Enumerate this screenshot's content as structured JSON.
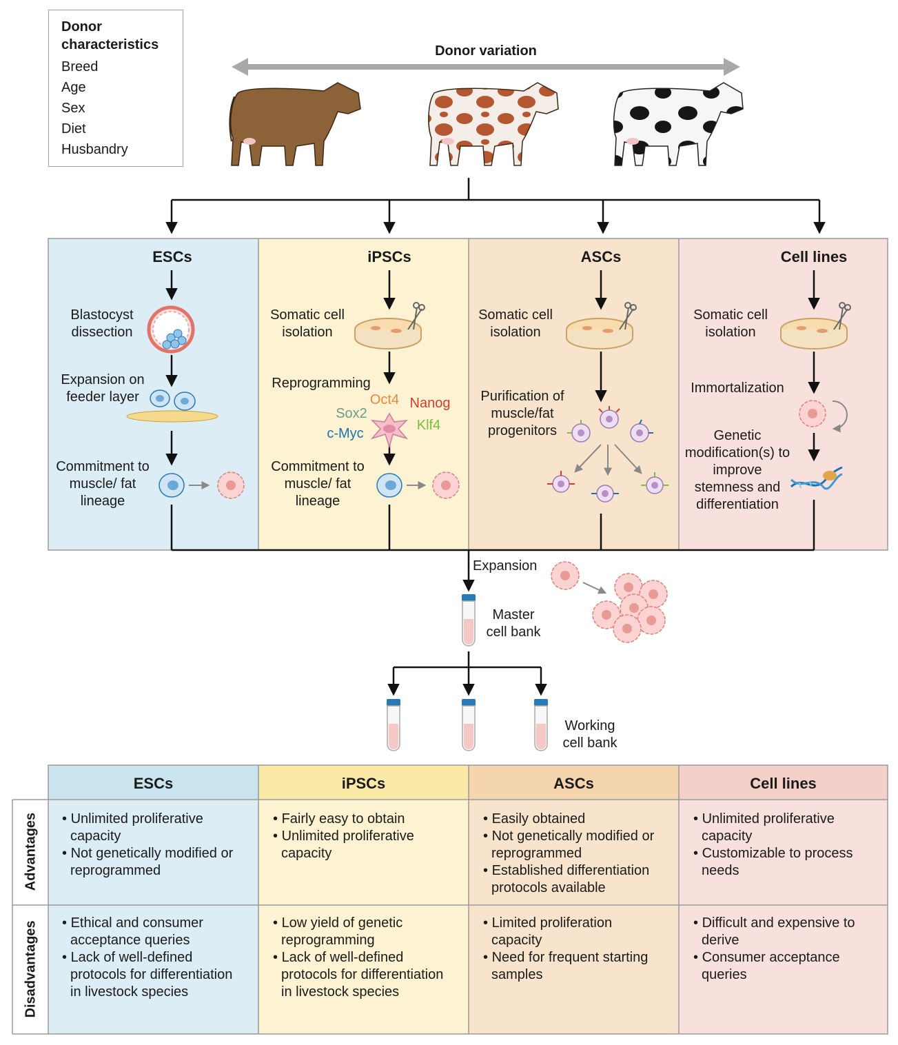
{
  "donor_box": {
    "title": "Donor characteristics",
    "items": [
      "Breed",
      "Age",
      "Sex",
      "Diet",
      "Husbandry"
    ]
  },
  "donor_variation_label": "Donor variation",
  "columns": {
    "escs": {
      "title": "ESCs",
      "step1": "Blastocyst dissection",
      "step2": "Expansion on feeder layer",
      "step3": "Commitment to muscle/ fat lineage"
    },
    "ipscs": {
      "title": "iPSCs",
      "step1": "Somatic cell isolation",
      "step2": "Reprogramming",
      "step3": "Commitment to muscle/ fat lineage",
      "factors": {
        "oct4": "Oct4",
        "nanog": "Nanog",
        "sox2": "Sox2",
        "klf4": "Klf4",
        "cmyc": "c-Myc"
      }
    },
    "ascs": {
      "title": "ASCs",
      "step1": "Somatic cell isolation",
      "step2": "Purification of muscle/fat progenitors"
    },
    "cell_lines": {
      "title": "Cell lines",
      "step1": "Somatic cell isolation",
      "step2": "Immortalization",
      "step3": "Genetic modification(s) to improve stemness and differentiation"
    }
  },
  "expansion_label": "Expansion",
  "master_bank_label": "Master cell bank",
  "working_bank_label": "Working cell bank",
  "table": {
    "headers": [
      "ESCs",
      "iPSCs",
      "ASCs",
      "Cell lines"
    ],
    "row_labels": [
      "Advantages",
      "Disadvantages"
    ],
    "advantages": [
      [
        "Unlimited proliferative capacity",
        "Not genetically modified or reprogrammed"
      ],
      [
        "Fairly easy to obtain",
        "Unlimited proliferative capacity"
      ],
      [
        "Easily obtained",
        "Not genetically modified or reprogrammed",
        "Established differentiation protocols available"
      ],
      [
        "Unlimited proliferative capacity",
        "Customizable to process needs"
      ]
    ],
    "disadvantages": [
      [
        "Ethical and consumer acceptance queries",
        "Lack of well-defined protocols for differentiation in livestock species"
      ],
      [
        "Low yield of genetic reprogramming",
        "Lack of well-defined protocols for differentiation in livestock species"
      ],
      [
        "Limited proliferation capacity",
        "Need for frequent starting samples"
      ],
      [
        "Difficult and expensive to derive",
        "Consumer acceptance queries"
      ]
    ]
  },
  "colors": {
    "escs": "#dcedf5",
    "ipscs": "#fdf3d2",
    "ascs": "#f8e4cc",
    "cell_lines": "#f8e1dc",
    "escs_hdr": "#c9e3ef",
    "ipscs_hdr": "#fbe9a8",
    "ascs_hdr": "#f4d5ae",
    "cell_lines_hdr": "#f3d0c8",
    "oct4": "#e8883a",
    "nanog": "#d63a2a",
    "sox2": "#6f9a8e",
    "klf4": "#7cbd3b",
    "cmyc": "#1f6fb0"
  }
}
